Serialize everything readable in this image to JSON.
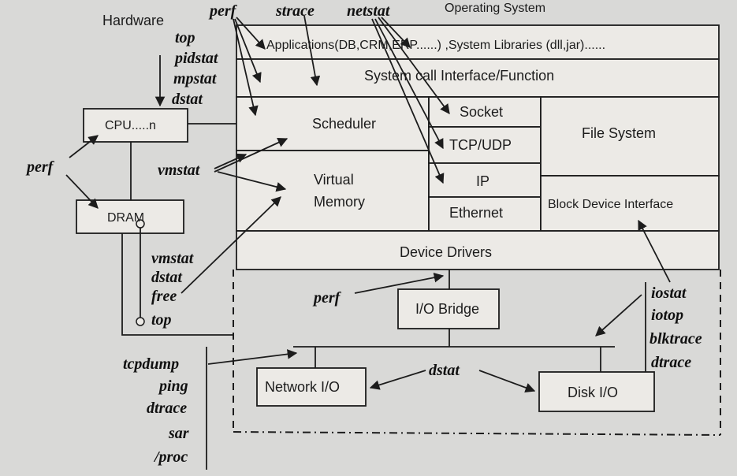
{
  "titles": {
    "hardware": "Hardware",
    "operating_system": "Operating System"
  },
  "layers": {
    "applications": "Applications(DB,CRM,ERP......) ,System Libraries (dll,jar)......",
    "system_call": "System call Interface/Function",
    "scheduler": "Scheduler",
    "virtual_memory_line1": "Virtual",
    "virtual_memory_line2": "Memory",
    "socket": "Socket",
    "tcp_udp": "TCP/UDP",
    "ip": "IP",
    "ethernet": "Ethernet",
    "file_system": "File System",
    "block_device": "Block Device Interface",
    "device_drivers": "Device Drivers"
  },
  "hardware": {
    "cpu": "CPU.....n",
    "dram": "DRAM",
    "io_bridge": "I/O Bridge",
    "network_io": "Network I/O",
    "disk_io": "Disk I/O"
  },
  "tools": {
    "top_perf": "perf",
    "top_strace": "strace",
    "top_netstat": "netstat",
    "cpu_top": "top",
    "cpu_pidstat": "pidstat",
    "cpu_mpstat": "mpstat",
    "cpu_dstat": "dstat",
    "left_perf": "perf",
    "vmstat_mid": "vmstat",
    "mem_vmstat": "vmstat",
    "mem_dstat": "dstat",
    "mem_free": "free",
    "mem_top": "top",
    "bridge_perf": "perf",
    "disk_iostat": "iostat",
    "disk_iotop": "iotop",
    "disk_blktrace": "blktrace",
    "disk_dtrace": "dtrace",
    "io_dstat": "dstat",
    "net_tcpdump": "tcpdump",
    "net_ping": "ping",
    "net_dtrace": "dtrace",
    "net_sar": "sar",
    "net_proc": "/proc"
  }
}
